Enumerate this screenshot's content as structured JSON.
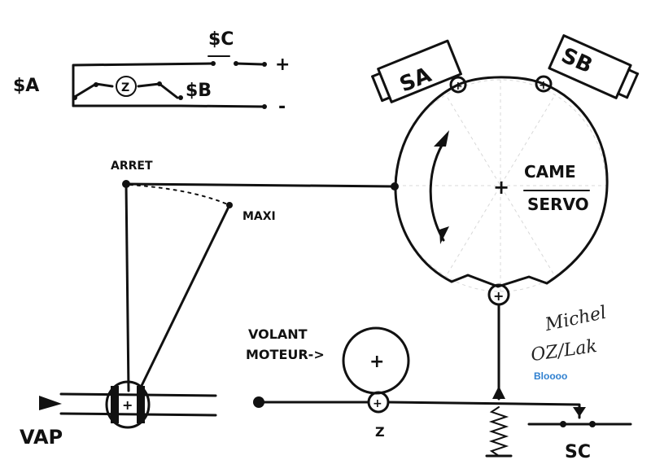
{
  "labels": {
    "switch_sc_top": "$C",
    "plus": "+",
    "minus": "-",
    "sa_left": "$A",
    "sb_mid": "$B",
    "z_box": "Z",
    "servo_sa": "SA",
    "servo_sb": "SB",
    "arret": "ARRET",
    "maxi": "MAXI",
    "came": "CAME",
    "servo": "SERVO",
    "volant": "VOLANT",
    "moteur": "MOTEUR->",
    "vap": "VAP",
    "z_bottom": "Z",
    "sc_bottom": "SC",
    "signature_line1": "Michel",
    "signature_line2": "OZ/Lak",
    "blog": "Bloooo"
  },
  "colors": {
    "ink": "#111111",
    "blog": "#2f80d0",
    "guide": "#d8d8d8"
  }
}
